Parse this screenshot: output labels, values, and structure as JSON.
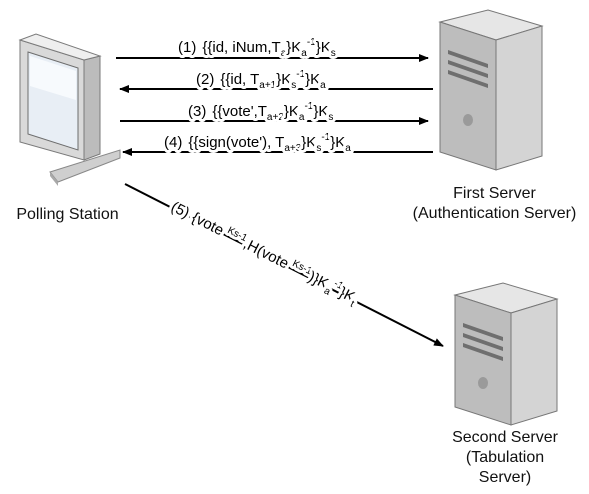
{
  "nodes": {
    "polling_station": {
      "label": "Polling Station"
    },
    "first_server": {
      "line1": "First Server",
      "line2": "(Authentication Server)"
    },
    "second_server": {
      "line1": "Second Server",
      "line2": "(Tabulation",
      "line3": "Server)"
    }
  },
  "messages": {
    "m1": {
      "num": "(1)",
      "text": "{{id, iNum,T",
      "sub_a": "a",
      "mid": "}K",
      "sub_b": "a",
      "sup": "-1",
      "end": "}K",
      "sub_c": "s"
    },
    "m2": {
      "num": "(2)",
      "text": "{{id, T",
      "sub_a": "a+1",
      "mid": "}K",
      "sub_b": "s",
      "sup": "-1",
      "end": "}K",
      "sub_c": "a"
    },
    "m3": {
      "num": "(3)",
      "text": "{{vote',T",
      "sub_a": "a+2",
      "mid": "}K",
      "sub_b": "a",
      "sup": "-1",
      "end": "}K",
      "sub_c": "s"
    },
    "m4": {
      "num": "(4)",
      "text": "{{sign(vote'), T",
      "sub_a": "a+3",
      "mid": "}K",
      "sub_b": "s",
      "sup": "-1",
      "end": "}K",
      "sub_c": "a"
    },
    "m5": {
      "num": "(5)",
      "p1": "{vote",
      "sup1": "Ks-1",
      "p2": ",H(vote",
      "sup2": "Ks-1",
      "p3": ")}K",
      "sub1": "a",
      "sup3": "-1",
      "p4": "}K",
      "sub2": "t"
    }
  },
  "colors": {
    "monitor_body": "#d9d9d9",
    "screen": "#e8eef5",
    "server_body": "#d4d4d4",
    "server_front": "#bdbdbd",
    "line": "#000000"
  }
}
